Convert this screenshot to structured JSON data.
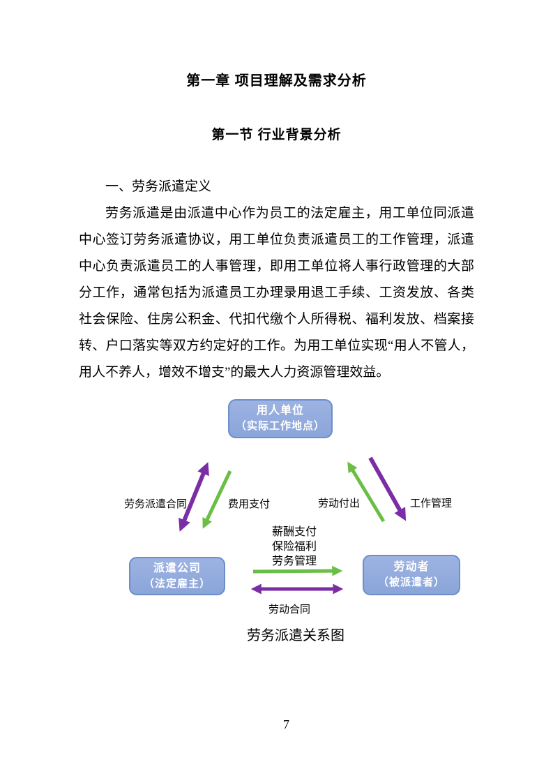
{
  "page": {
    "chapter_title": "第一章 项目理解及需求分析",
    "section_title": "第一节 行业背景分析",
    "list_heading": "一、劳务派遣定义",
    "paragraph": "劳务派遣是由派遣中心作为员工的法定雇主，用工单位同派遣中心签订劳务派遣协议，用工单位负责派遣员工的工作管理，派遣中心负责派遣员工的人事管理，即用工单位将人事行政管理的大部分工作，通常包括为派遣员工办理录用退工手续、工资发放、各类社会保险、住房公积金、代扣代缴个人所得税、福利发放、档案接转、户口落实等双方约定好的工作。为用工单位实现“用人不管人，用人不养人，增效不增支”的最大人力资源管理效益。",
    "page_number": "7"
  },
  "diagram": {
    "caption": "劳务派遣关系图",
    "nodes": {
      "employer": {
        "line1": "用人单位",
        "line2": "（实际工作地点）"
      },
      "dispatch_company": {
        "line1": "派遣公司",
        "line2": "（法定雇主）"
      },
      "worker": {
        "line1": "劳动者",
        "line2": "（被派遣者）"
      }
    },
    "edges": {
      "dispatch_contract": "劳务派遣合同",
      "fee_payment": "费用支付",
      "labor_contribution": "劳动付出",
      "work_management": "工作管理",
      "mid_line1": "薪酬支付",
      "mid_line2": "保险福利",
      "mid_line3": "劳务管理",
      "labor_contract": "劳动合同"
    },
    "colors": {
      "node_fill": "#8EA9DB",
      "node_border": "#6C8EC9",
      "purple": "#7A2DA5",
      "green": "#6BBE45"
    }
  }
}
